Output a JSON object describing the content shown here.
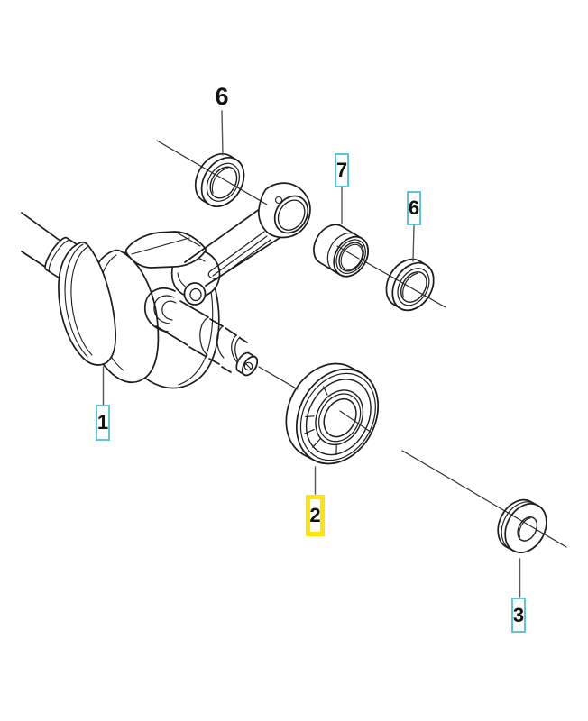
{
  "diagram": {
    "type": "exploded-parts-diagram",
    "subject": "crankshaft-assembly",
    "background": "#ffffff",
    "callouts": [
      {
        "id": "callout-6-top",
        "text": "6",
        "boxed": false,
        "highlight": "none"
      },
      {
        "id": "callout-7",
        "text": "7",
        "boxed": true,
        "highlight": "cyan"
      },
      {
        "id": "callout-6-right",
        "text": "6",
        "boxed": true,
        "highlight": "cyan"
      },
      {
        "id": "callout-1",
        "text": "1",
        "boxed": true,
        "highlight": "cyan"
      },
      {
        "id": "callout-2",
        "text": "2",
        "boxed": true,
        "highlight": "yellow"
      },
      {
        "id": "callout-3",
        "text": "3",
        "boxed": true,
        "highlight": "cyan"
      }
    ],
    "colors": {
      "callout_border": "#5bc6d6",
      "selected_highlight": "#ffe600",
      "line_art": "#1c1c1c",
      "leader_line": "#555555",
      "background": "#ffffff"
    }
  }
}
